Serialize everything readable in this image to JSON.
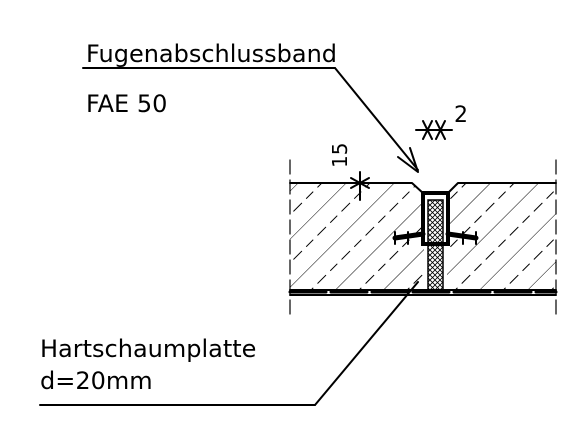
{
  "callouts": {
    "band_name": "Fugenabschlussband",
    "band_type": "FAE 50",
    "foam_name": "Hartschaumplatte",
    "foam_thickness": "d=20mm"
  },
  "dimensions": {
    "joint_gap": "2",
    "top_offset": "15"
  }
}
